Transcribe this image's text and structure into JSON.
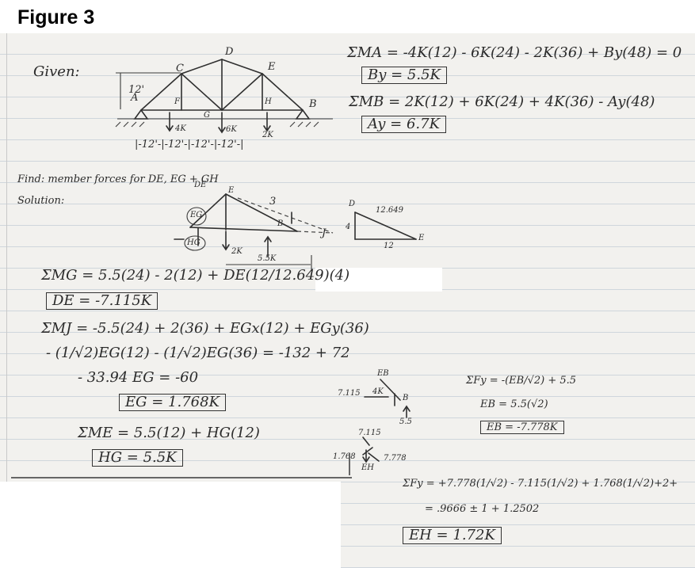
{
  "figure_label": "Figure 3",
  "given": {
    "label": "Given:",
    "joints": [
      "A",
      "C",
      "D",
      "E",
      "B",
      "F",
      "G",
      "H"
    ],
    "height_label": "12'",
    "loads": [
      "4K",
      "6K",
      "2K"
    ],
    "spacing_label": "|-12'-|-12'-|-12'-|-12'-|"
  },
  "reactions": {
    "sum_ma": "ΣMA = -4K(12) - 6K(24) - 2K(36) + By(48) = 0",
    "by": "By = 5.5K",
    "sum_mb": "ΣMB = 2K(12) + 6K(24) + 4K(36) - Ay(48)",
    "ay": "Ay = 6.7K"
  },
  "find": {
    "text": "Find: member forces for DE, EG + GH",
    "solution_label": "Solution:"
  },
  "fbd": {
    "labels": [
      "DE",
      "EG",
      "E",
      "3",
      "J",
      "B",
      "HG",
      "2K",
      "5.5K"
    ],
    "triangle_labels": [
      "D",
      "12.649",
      "4",
      "12",
      "E"
    ]
  },
  "equations": {
    "sum_mg": "ΣMG = 5.5(24) - 2(12) + DE(12/12.649)(4)",
    "de": "DE = -7.115K",
    "sum_mj_1": "ΣMJ = -5.5(24) + 2(36) + EGx(12) + EGy(36)",
    "sum_mj_2": "- (1/√2)EG(12) - (1/√2)EG(36)  = -132 + 72",
    "sum_mj_3": "- 33.94 EG = -60",
    "eg": "EG = 1.768K",
    "sum_me": "ΣME = 5.5(12) + HG(12)",
    "hg": "HG = 5.5K",
    "sum_fy_b": "ΣFy = -(EB/√2) + 5.5",
    "eb_calc": "EB = 5.5(√2)",
    "eb": "EB = -7.778K",
    "sum_fy_e": "ΣFy = +7.778(1/√2) - 7.115(1/√2) + 1.768(1/√2)+2+",
    "sum_fy_e_2": "= .9666 ± 1 + 1.2502",
    "eh": "EH = 1.72K"
  },
  "joint_sketches": {
    "joint_b": [
      "EB",
      "4K",
      "7.115",
      "B",
      "5.5"
    ],
    "joint_e": [
      "7.115",
      "1.768",
      "7.778",
      "EH"
    ]
  }
}
